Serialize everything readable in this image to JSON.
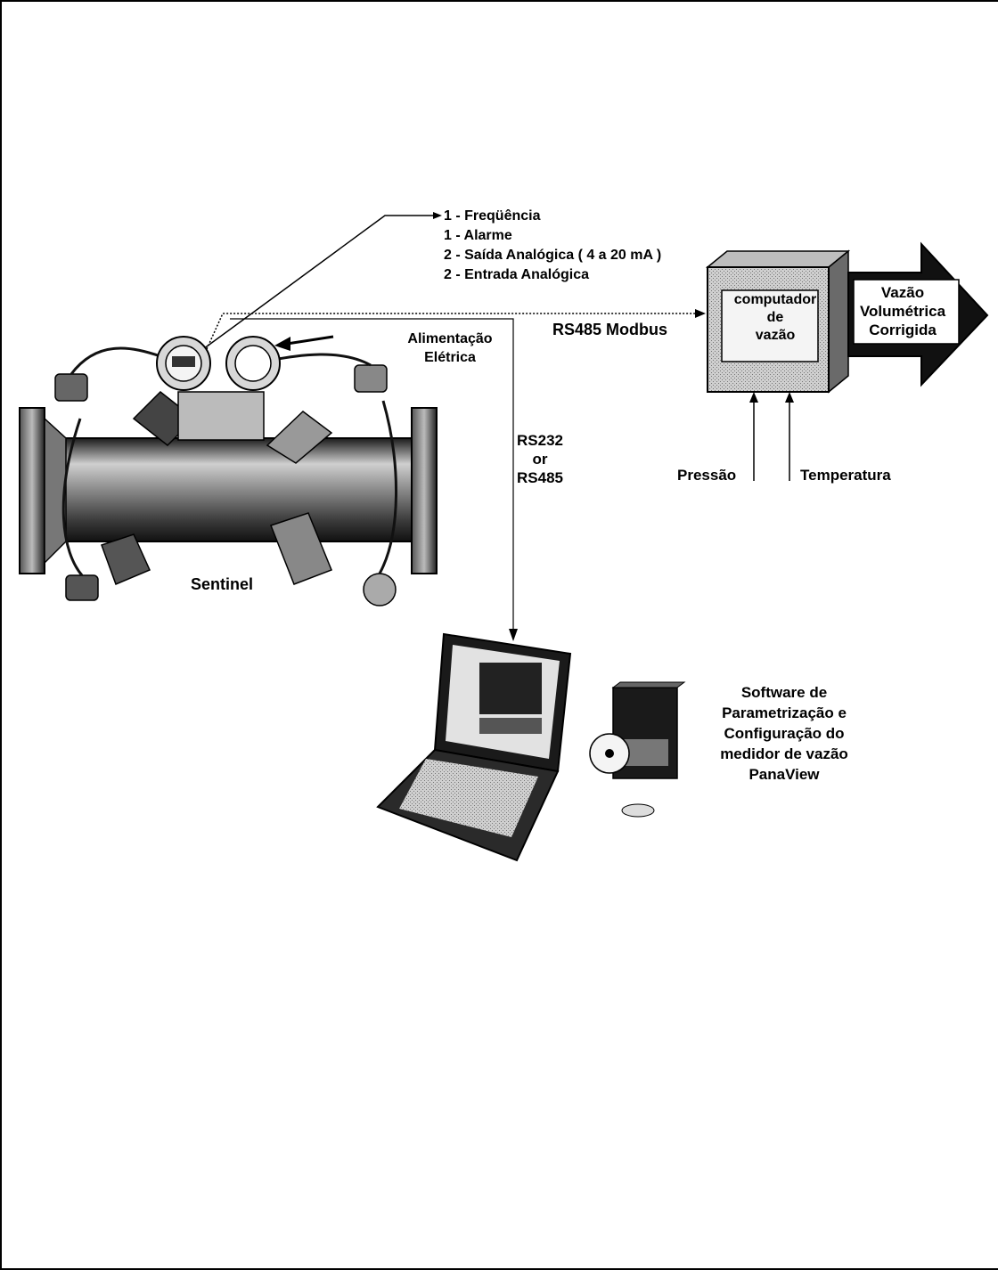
{
  "io_list": [
    "1 - Freqüência",
    "1 - Alarme",
    "2 - Saída Analógica ( 4 a 20 mA )",
    "2 - Entrada Analógica"
  ],
  "labels": {
    "rs485_modbus": "RS485 Modbus",
    "power_line1": "Alimentação",
    "power_line2": "Elétrica",
    "rs232_line1": "RS232",
    "rs232_line2": "or",
    "rs232_line3": "RS485",
    "meter_name": "Sentinel",
    "pressure": "Pressão",
    "temperature": "Temperatura"
  },
  "flow_computer": {
    "line1": "computador",
    "line2": "de",
    "line3": "vazão"
  },
  "output_arrow": {
    "line1": "Vazão",
    "line2": "Volumétrica",
    "line3": "Corrigida"
  },
  "software": {
    "line1": "Software de",
    "line2": "Parametrização e",
    "line3": "Configuração do",
    "line4": "medidor de vazão",
    "line5": "PanaView"
  }
}
